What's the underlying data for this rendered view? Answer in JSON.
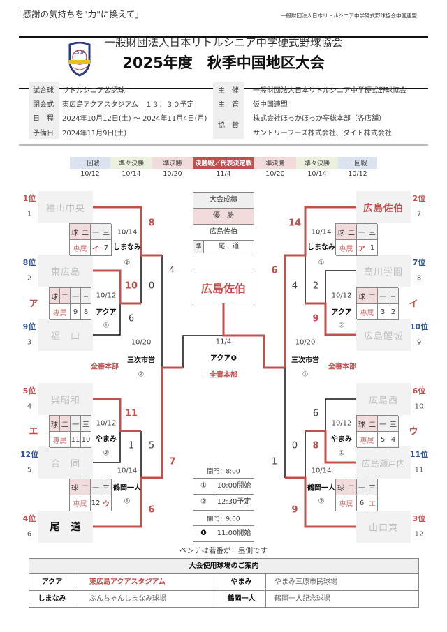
{
  "header": {
    "slogan": "「感謝の気持ちを\"力\"に換えて」",
    "federation": "一般財団法人日本リトルシニア中学硬式野球協会中国連盟",
    "org": "一般財団法人日本リトルシニア中学硬式野球協会",
    "title": "2025年度　秋季中国地区大会",
    "logo_text": "LSBA"
  },
  "info_left": [
    {
      "label": "試合球",
      "value": "リトルシニア公認球"
    },
    {
      "label": "閉会式",
      "value": "東広島アクアスタジアム　１３：３０予定"
    },
    {
      "label": "日　程",
      "value": "2024年10月12日(土) ～ 2024年11月4日(月)"
    },
    {
      "label": "予備日",
      "value": "2024年11月9日(土)"
    }
  ],
  "info_right": {
    "host_label": "主　催",
    "host": "一般財団法人日本リトルシニア中学硬式野球協会",
    "org_label": "主　管",
    "org": "仮中国連盟",
    "sponsor_label": "協　賛",
    "sponsor1": "株式会社ほっかほっか亭総本部（各店舗）",
    "sponsor2": "サントリーフーズ株式会社、ダイト株式会社"
  },
  "rounds": [
    {
      "label": "一回戦",
      "date": "10/12"
    },
    {
      "label": "準々決勝",
      "date": "10/14"
    },
    {
      "label": "準決勝",
      "date": "10/20"
    },
    {
      "label": "決勝戦／代表決定戦",
      "date": "11/4"
    },
    {
      "label": "準決勝",
      "date": "10/20"
    },
    {
      "label": "準々決勝",
      "date": "10/14"
    },
    {
      "label": "一回戦",
      "date": "10/12"
    }
  ],
  "teams_left": [
    {
      "rank": "1位",
      "seed": "1",
      "name": "福山中央"
    },
    {
      "rank": "8位",
      "seed": "2",
      "name": "東広島"
    },
    {
      "rank": "9位",
      "seed": "3",
      "name": "福　山"
    },
    {
      "rank": "5位",
      "seed": "4",
      "name": "呉昭和"
    },
    {
      "rank": "12位",
      "seed": "5",
      "name": "合　同"
    },
    {
      "rank": "4位",
      "seed": "6",
      "name": "尾　道"
    }
  ],
  "teams_right": [
    {
      "rank": "2位",
      "seed": "7",
      "name": "広島佐伯"
    },
    {
      "rank": "7位",
      "seed": "8",
      "name": "高川学園"
    },
    {
      "rank": "10位",
      "seed": "9",
      "name": "広島鯉城"
    },
    {
      "rank": "6位",
      "seed": "10",
      "name": "広島西"
    },
    {
      "rank": "11位",
      "seed": "11",
      "name": "広島瀬戸内"
    },
    {
      "rank": "3位",
      "seed": "12",
      "name": "山口東"
    }
  ],
  "umpire_header": {
    "c1": "球",
    "c2": "二",
    "c3": "一",
    "c4": "三",
    "assigned": "専属"
  },
  "matches": {
    "l1": {
      "date": "10/14",
      "venue": "しまなみ",
      "slot": "②",
      "u1": "イ",
      "u2": "7"
    },
    "l2": {
      "date": "10/12",
      "venue": "アクア",
      "slot": "①",
      "u1": "9",
      "u2": "8",
      "group": "ア"
    },
    "l3": {
      "date": "10/12",
      "venue": "やまみ",
      "slot": "②",
      "u1": "11",
      "u2": "10",
      "group": "エ"
    },
    "l4": {
      "date": "10/14",
      "venue": "鶴岡一人",
      "slot": "①",
      "u1": "12",
      "u2": "ウ"
    },
    "lsf": {
      "date": "10/20",
      "venue": "三次市営",
      "slot": "②",
      "umpire": "全審本部"
    },
    "r1": {
      "date": "10/14",
      "venue": "しまなみ",
      "slot": "①",
      "u1": "ア",
      "u2": "1"
    },
    "r2": {
      "date": "10/12",
      "venue": "アクア",
      "slot": "②",
      "u1": "3",
      "u2": "2",
      "group": "イ"
    },
    "r3": {
      "date": "10/12",
      "venue": "やまみ",
      "slot": "①",
      "u1": "5",
      "u2": "4",
      "group": "ウ"
    },
    "r4": {
      "date": "10/14",
      "venue": "鶴岡一人",
      "slot": "②",
      "u1": "6",
      "u2": "エ"
    },
    "rsf": {
      "date": "10/20",
      "venue": "三次市営",
      "slot": "①",
      "umpire": "全審本部"
    },
    "final": {
      "date": "11/4",
      "venue": "アクア❶",
      "umpire": "全審本部"
    }
  },
  "scores": {
    "l_fukuyamachuo_qf": "8",
    "l_higashihiroshima_r1": "10",
    "l_higashihiroshima_qf": "0",
    "l_fukuyama_r1": "6",
    "l_fukuyamachuo_sf": "4",
    "l_kureshowa_r1": "11",
    "l_godo_r1": "1",
    "l_kureshowa_qf": "5",
    "l_onomichi_qf": "6",
    "l_onomichi_sf": "7",
    "r_saeki_qf": "14",
    "r_takagawa_r1": "2",
    "r_rijo_r1": "9",
    "r_rijo_qf": "4",
    "r_saeki_sf": "6",
    "r_hiroshimanishi_r1": "6",
    "r_setouchi_r1": "8",
    "r_setouchi_qf": "0",
    "r_yamaguchihigashi_qf": "9",
    "r_yamaguchihigashi_sf": "1"
  },
  "results": {
    "title": "大会成績",
    "winner_label": "優　勝",
    "winner": "広島佐伯",
    "runnerup_label": "準",
    "runnerup": "尾　道"
  },
  "champion": "広島佐伯",
  "schedule": {
    "gate1": "開門：8:00",
    "s1_no": "①",
    "s1_time": "10:00開始",
    "s2_no": "②",
    "s2_time": "12:30予定",
    "gate2": "開門：9:00",
    "s3_no": "❶",
    "s3_time": "11:00開始",
    "note": "ベンチは若番が一塁側です"
  },
  "venues": {
    "title": "大会使用球場のご案内",
    "rows": [
      {
        "k1": "アクア",
        "v1": "東広島アクアスタジアム",
        "k2": "やまみ",
        "v2": "やまみ三原市民球場"
      },
      {
        "k1": "しまなみ",
        "v1": "ぶんちゃんしまなみ球場",
        "k2": "鶴岡一人",
        "v2": "鶴岡一人記念球場"
      }
    ]
  },
  "colors": {
    "accent": "#c0504d",
    "rank_blue": "#2f5597"
  }
}
